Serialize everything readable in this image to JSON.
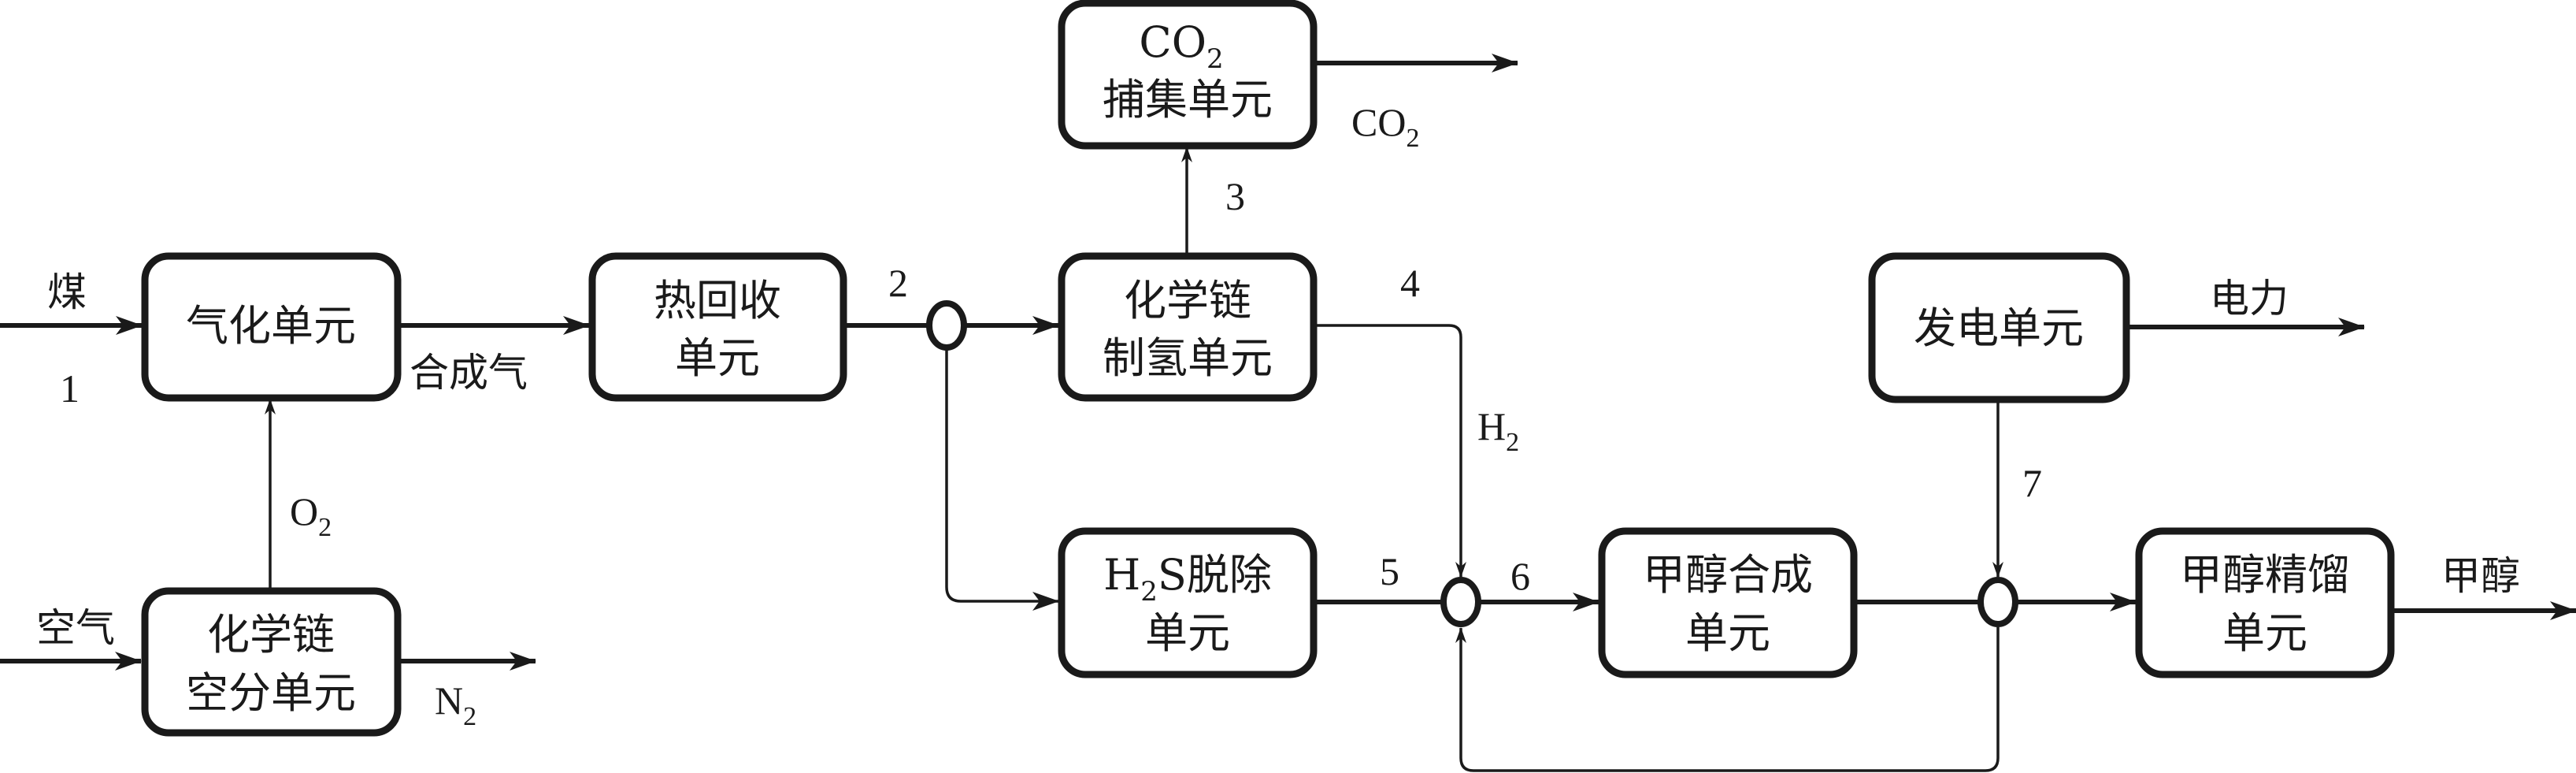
{
  "diagram": {
    "title": "",
    "colors": {
      "stroke": "#1a1a1a",
      "background": "#ffffff"
    },
    "units": {
      "gasifier": {
        "lines": [
          "气化单元"
        ]
      },
      "heat_recovery": {
        "lines": [
          "热回收",
          "单元"
        ]
      },
      "co2_capture": {
        "line1_main": "CO",
        "line1_sub": "2",
        "line2": "捕集单元"
      },
      "chem_loop_h2": {
        "lines": [
          "化学链",
          "制氢单元"
        ]
      },
      "power": {
        "lines": [
          "发电单元"
        ]
      },
      "chem_loop_asu": {
        "lines": [
          "化学链",
          "空分单元"
        ]
      },
      "h2s_removal": {
        "line1_pre": "H",
        "line1_sub": "2",
        "line1_post": "S脱除",
        "line2": "单元"
      },
      "methanol_synthesis": {
        "lines": [
          "甲醇合成",
          "单元"
        ]
      },
      "methanol_distillation": {
        "lines": [
          "甲醇精馏",
          "单元"
        ]
      }
    },
    "stream_labels": {
      "coal": "煤",
      "syngas": "合成气",
      "air": "空气",
      "o2_main": "O",
      "o2_sub": "2",
      "n2_main": "N",
      "n2_sub": "2",
      "co2_main": "CO",
      "co2_sub": "2",
      "h2_main": "H",
      "h2_sub": "2",
      "power": "电力",
      "methanol": "甲醇"
    },
    "stream_numbers": {
      "s1": "1",
      "s2": "2",
      "s3": "3",
      "s4": "4",
      "s5": "5",
      "s6": "6",
      "s7": "7"
    }
  }
}
